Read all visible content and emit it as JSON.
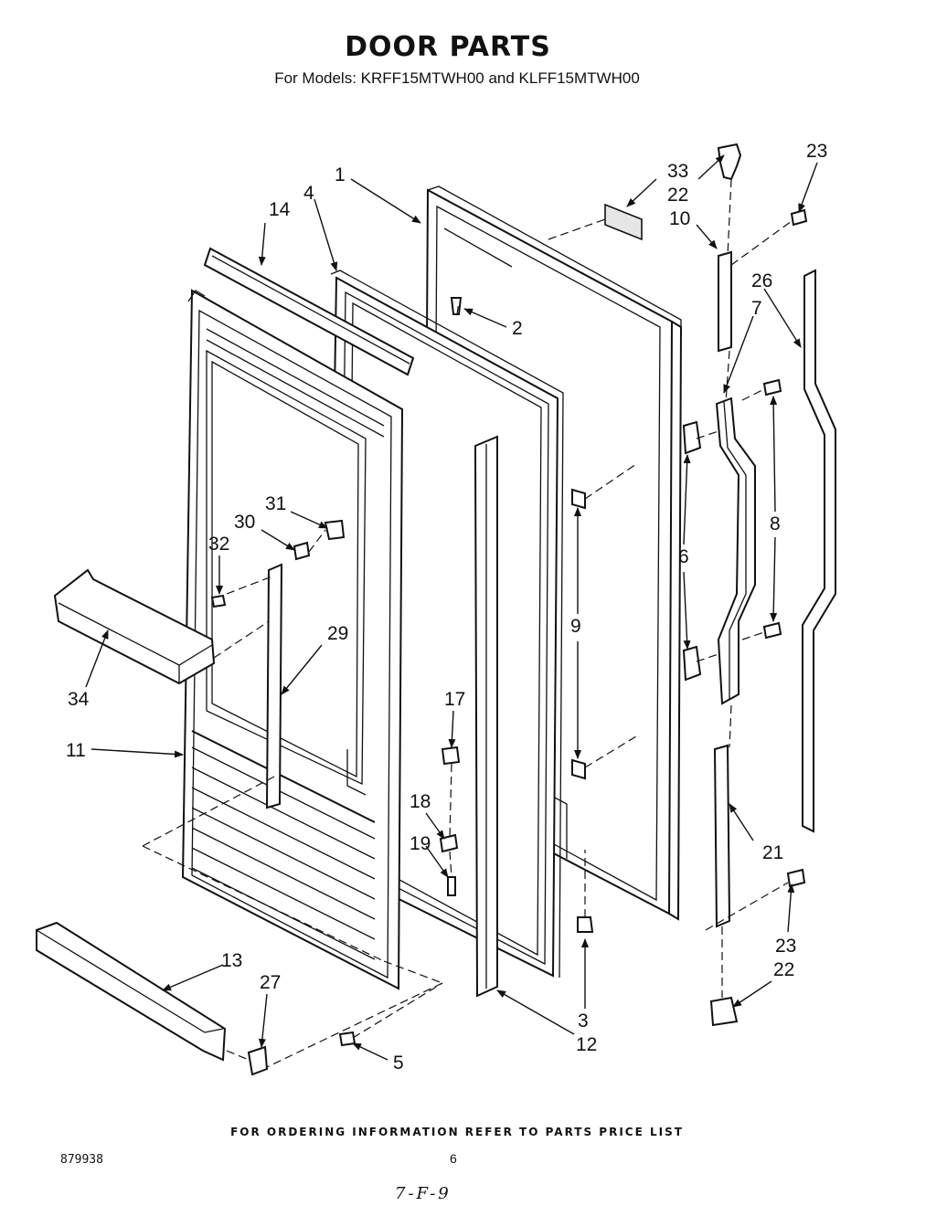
{
  "header": {
    "title": "DOOR PARTS",
    "subtitle": "For Models: KRFF15MTWH00 and KLFF15MTWH00"
  },
  "callouts": [
    "1",
    "2",
    "3",
    "4",
    "5",
    "6",
    "7",
    "8",
    "9",
    "10",
    "11",
    "12",
    "13",
    "14",
    "17",
    "18",
    "19",
    "21",
    "22",
    "22",
    "23",
    "23",
    "26",
    "27",
    "29",
    "30",
    "31",
    "32",
    "33",
    "34"
  ],
  "footer": {
    "ordering_note": "FOR ORDERING INFORMATION REFER TO PARTS PRICE LIST",
    "doc_number": "879938",
    "page_number": "6",
    "handwritten": "7-F-9"
  }
}
